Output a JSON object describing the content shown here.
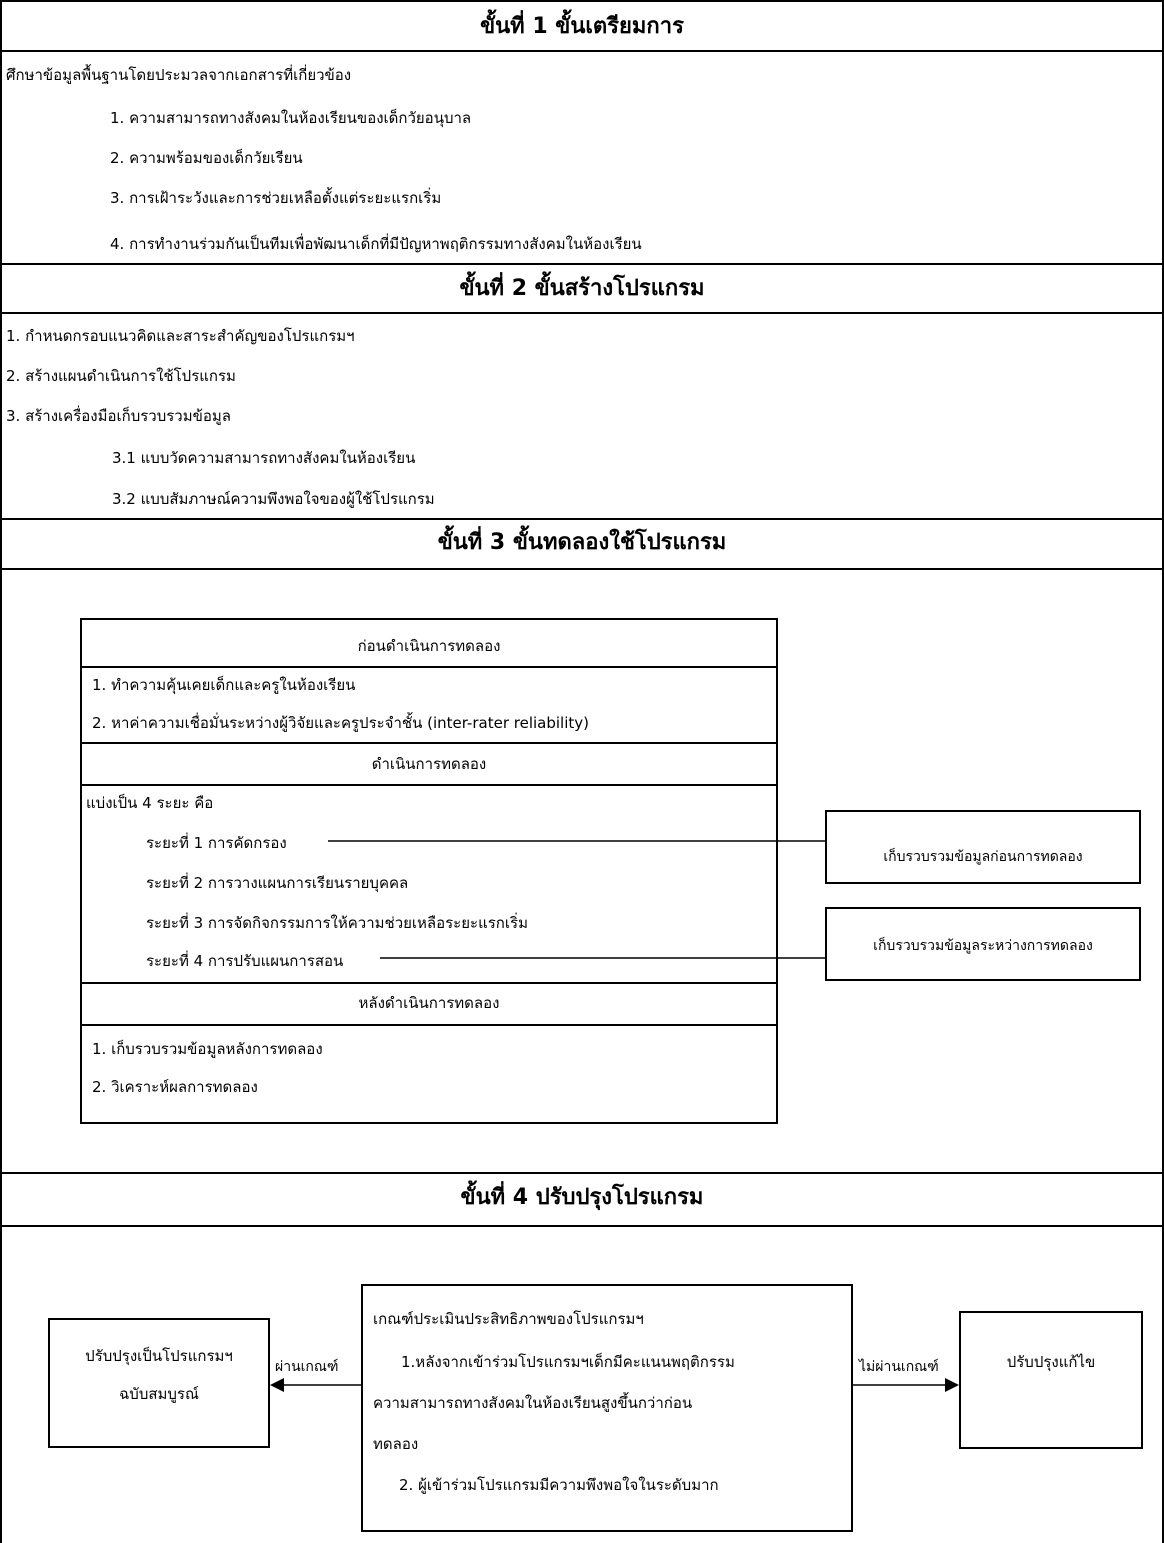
{
  "step1": {
    "title": "ขั้นที่ 1  ขั้นเตรียมการ",
    "intro": "ศึกษาข้อมูลพื้นฐานโดยประมวลจากเอกสารที่เกี่ยวข้อง",
    "items": [
      "1. ความสามารถทางสังคมในห้องเรียนของเด็กวัยอนุบาล",
      "2. ความพร้อมของเด็กวัยเรียน",
      "3. การเฝ้าระวังและการช่วยเหลือตั้งแต่ระยะแรกเริ่ม",
      "4. การทำงานร่วมกันเป็นทีมเพื่อพัฒนาเด็กที่มีปัญหาพฤติกรรมทางสังคมในห้องเรียน"
    ]
  },
  "step2": {
    "title": "ขั้นที่ 2  ขั้นสร้างโปรแกรม",
    "items": [
      "1. กำหนดกรอบแนวคิดและสาระสำคัญของโปรแกรมฯ",
      "2. สร้างแผนดำเนินการใช้โปรแกรม",
      "3. สร้างเครื่องมือเก็บรวบรวมข้อมูล"
    ],
    "subitems": [
      "3.1  แบบวัดความสามารถทางสังคมในห้องเรียน",
      "3.2  แบบสัมภาษณ์ความพึงพอใจของผู้ใช้โปรแกรม"
    ]
  },
  "step3": {
    "title": "ขั้นที่ 3  ขั้นทดลองใช้โปรแกรม",
    "before": {
      "header": "ก่อนดำเนินการทดลอง",
      "items": [
        "1. ทำความคุ้นเคยเด็กและครูในห้องเรียน",
        "2. หาค่าความเชื่อมั่นระหว่างผู้วิจัยและครูประจำชั้น (inter-rater reliability)"
      ]
    },
    "during": {
      "header": "ดำเนินการทดลอง",
      "intro": "แบ่งเป็น 4 ระยะ คือ",
      "phases": [
        "ระยะที่ 1  การคัดกรอง",
        "ระยะที่ 2  การวางแผนการเรียนรายบุคคล",
        "ระยะที่ 3  การจัดกิจกรรมการให้ความช่วยเหลือระยะแรกเริ่ม",
        "ระยะที่ 4  การปรับแผนการสอน"
      ]
    },
    "after": {
      "header": "หลังดำเนินการทดลอง",
      "items": [
        "1. เก็บรวบรวมข้อมูลหลังการทดลอง",
        "2. วิเคราะห์ผลการทดลอง"
      ]
    },
    "collect_before": "เก็บรวบรวมข้อมูลก่อนการทดลอง",
    "collect_during": "เก็บรวบรวมข้อมูลระหว่างการทดลอง"
  },
  "step4": {
    "title": "ขั้นที่ 4  ปรับปรุงโปรแกรม",
    "left_box": [
      "ปรับปรุงเป็นโปรแกรมฯ",
      "ฉบับสมบูรณ์"
    ],
    "pass_label": "ผ่านเกณฑ์",
    "criteria": [
      "เกณฑ์ประเมินประสิทธิภาพของโปรแกรมฯ",
      "1.หลังจากเข้าร่วมโปรแกรมฯเด็กมีคะแนนพฤติกรรม",
      "ความสามารถทางสังคมในห้องเรียนสูงขึ้นกว่าก่อน",
      "ทดลอง",
      "2. ผู้เข้าร่วมโปรแกรมมีความพึงพอใจในระดับมาก"
    ],
    "fail_label": "ไม่ผ่านเกณฑ์",
    "right_box": "ปรับปรุงแก้ไข"
  }
}
